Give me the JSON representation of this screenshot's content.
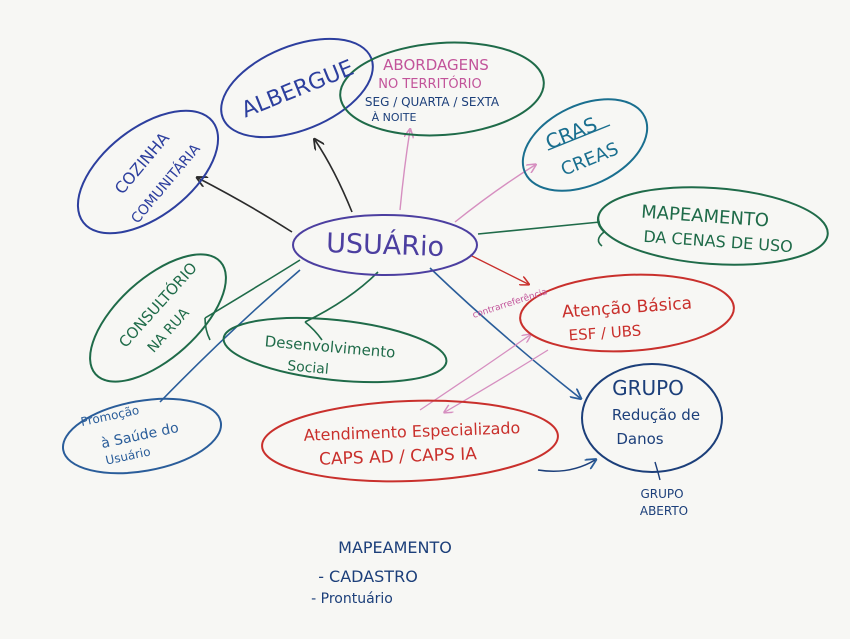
{
  "colors": {
    "blue": "#2d3f9e",
    "green": "#1f6b49",
    "teal": "#1a6f8f",
    "red": "#c9302c",
    "purple": "#4c3fa0",
    "pink": "#c2549a",
    "navy": "#1c3f7a"
  },
  "center": {
    "label": "USUÁRio"
  },
  "nodes": {
    "albergue": "ALBERGUE",
    "cozinha_line1": "COZINHA",
    "cozinha_line2": "COMUNITÁRIA",
    "abordagens_line1": "ABORDAGENS",
    "abordagens_line2": "NO TERRITÓRIO",
    "abordagens_line3": "SEG / QUARTA / SEXTA",
    "abordagens_line4": "À NOITE",
    "cras": "CRAS",
    "creas": "CREAS",
    "mapeamento_line1": "MAPEAMENTO",
    "mapeamento_line2": "DA CENAS DE USO",
    "atencao_line1": "Atenção Básica",
    "atencao_line2": "ESF / UBS",
    "contrarreferencia": "contrarreferência",
    "grupo_line1": "GRUPO",
    "grupo_line2": "Redução de",
    "grupo_line3": "Danos",
    "grupo_aberto_line1": "GRUPO",
    "grupo_aberto_line2": "ABERTO",
    "atendimento_line1": "Atendimento Especializado",
    "atendimento_line2": "CAPS AD / CAPS IA",
    "desenvolvimento_line1": "Desenvolvimento",
    "desenvolvimento_line2": "Social",
    "consultorio_line1": "CONSULTÓRIO",
    "consultorio_line2": "NA RUA",
    "promocao_line1": "Promoção",
    "promocao_line2": "à Saúde do",
    "promocao_line3": "Usuário"
  },
  "bottom_notes": {
    "title": "MAPEAMENTO",
    "item1": "- CADASTRO",
    "item2": "- Prontuário"
  }
}
